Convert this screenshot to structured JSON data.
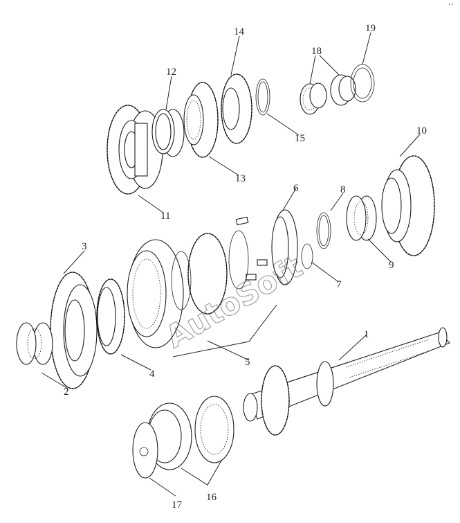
{
  "diagram": {
    "callouts": [
      "1",
      "2",
      "3",
      "4",
      "5",
      "6",
      "7",
      "8",
      "9",
      "10",
      "11",
      "12",
      "13",
      "14",
      "15",
      "16",
      "17",
      "18",
      "19"
    ],
    "watermark": "AutoSoft",
    "corner_mark": "‘’"
  },
  "colors": {
    "line": "#1a1a1a",
    "background": "#ffffff"
  }
}
